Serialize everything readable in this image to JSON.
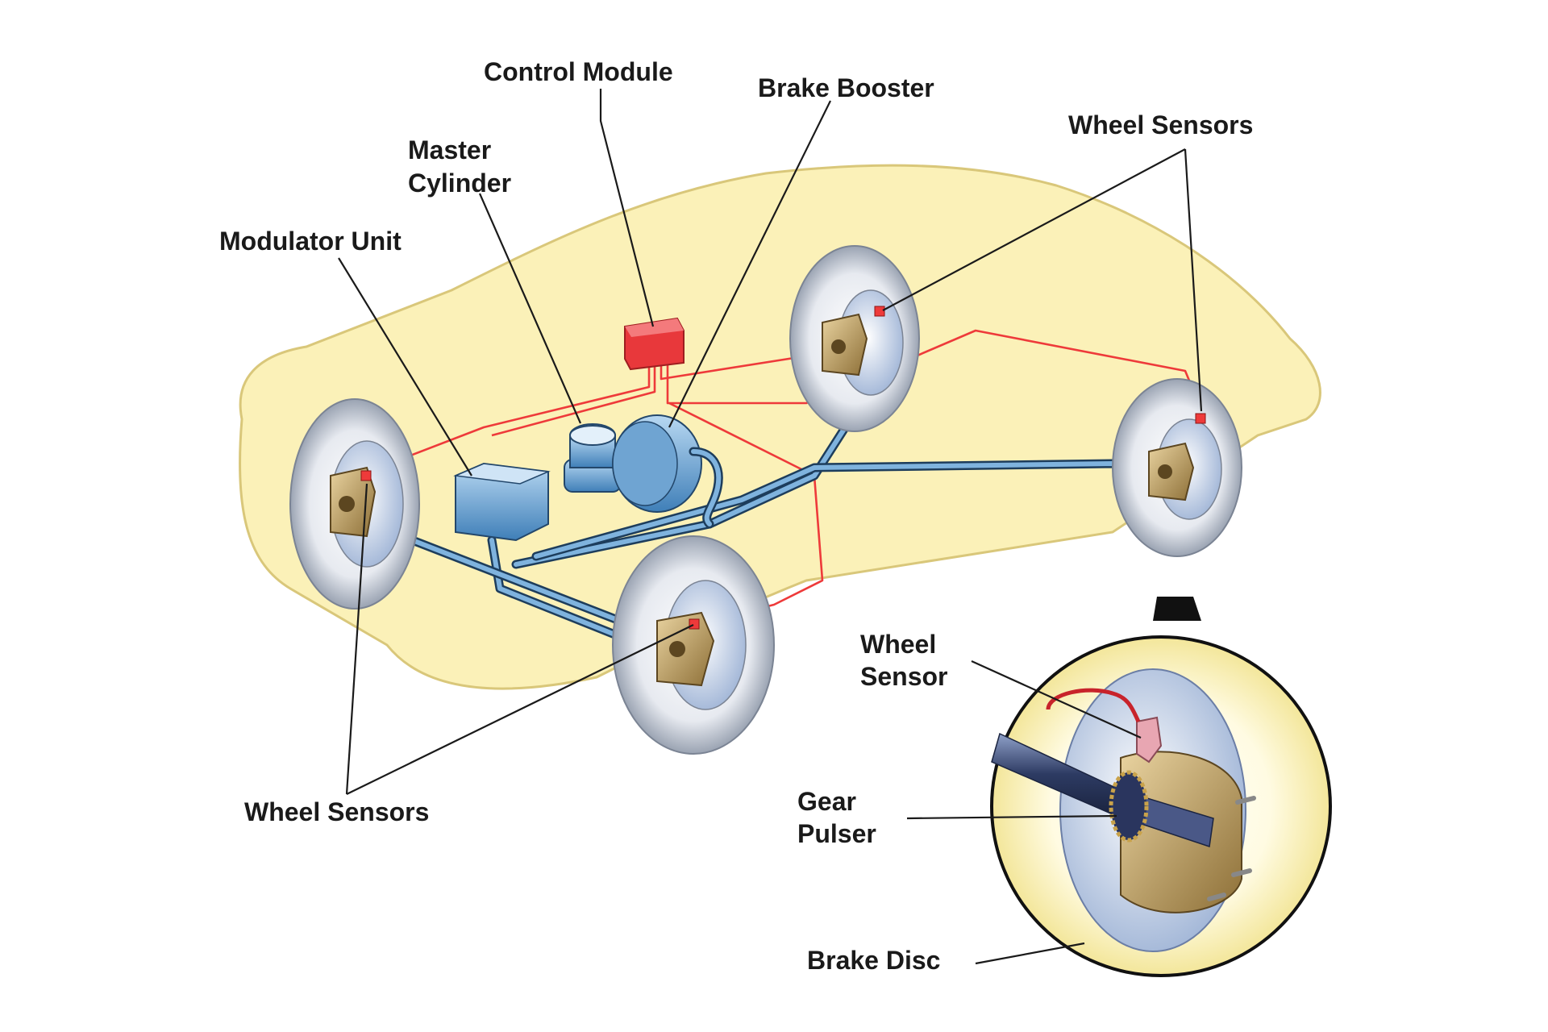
{
  "labels": {
    "control_module": "Control Module",
    "brake_booster": "Brake Booster",
    "master_cylinder_line1": "Master",
    "master_cylinder_line2": "Cylinder",
    "modulator_unit": "Modulator Unit",
    "wheel_sensors_right": "Wheel Sensors",
    "wheel_sensors_left": "Wheel Sensors",
    "wheel_sensor_line1": "Wheel",
    "wheel_sensor_line2": "Sensor",
    "gear_pulser_line1": "Gear",
    "gear_pulser_line2": "Pulser",
    "brake_disc": "Brake Disc"
  },
  "colors": {
    "car_body": "#fbf1b8",
    "car_outline": "#d9c77a",
    "brake_line": "#4f8fc6",
    "sensor_wire": "#ee3a3a",
    "control_module": "#e8383b",
    "caliper": "#b89a5a",
    "tire": "#eef0f4"
  }
}
